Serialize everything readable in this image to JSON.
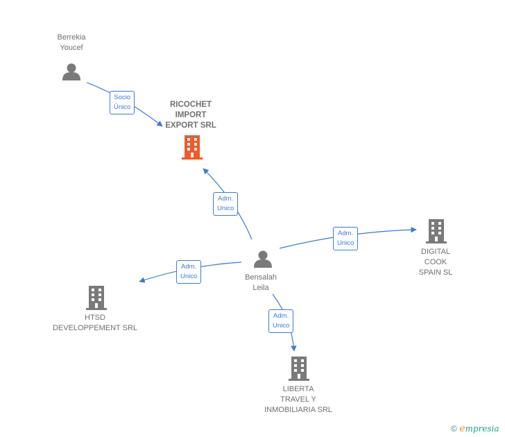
{
  "nodes": {
    "berrekia": {
      "label": "Berrekia\nYoucef",
      "icon": "person-icon"
    },
    "ricochet": {
      "label": "RICOCHET\nIMPORT\nEXPORT SRL",
      "icon": "building-icon",
      "color": "#f05a28"
    },
    "bensalah": {
      "label": "Bensalah\nLeila",
      "icon": "person-icon"
    },
    "digital": {
      "label": "DIGITAL\nCOOK\nSPAIN SL",
      "icon": "building-icon"
    },
    "htsd": {
      "label": "HTSD\nDEVELOPPEMENT SRL",
      "icon": "building-icon"
    },
    "liberta": {
      "label": "LIBERTA\nTRAVEL Y\nINMOBILIARIA SRL",
      "icon": "building-icon"
    }
  },
  "edges": {
    "berrekia_ricochet": "Socio\nÚnico",
    "bensalah_ricochet": "Adm.\nUnico",
    "bensalah_digital": "Adm.\nUnico",
    "bensalah_htsd": "Adm.\nUnico",
    "bensalah_liberta": "Adm.\nUnico"
  },
  "colors": {
    "edge": "#3a7bd5",
    "node": "#7a7a7a",
    "highlight": "#f05a28"
  },
  "footer": {
    "copyright": "©",
    "brand_e": "e",
    "brand_rest": "mpresia"
  }
}
